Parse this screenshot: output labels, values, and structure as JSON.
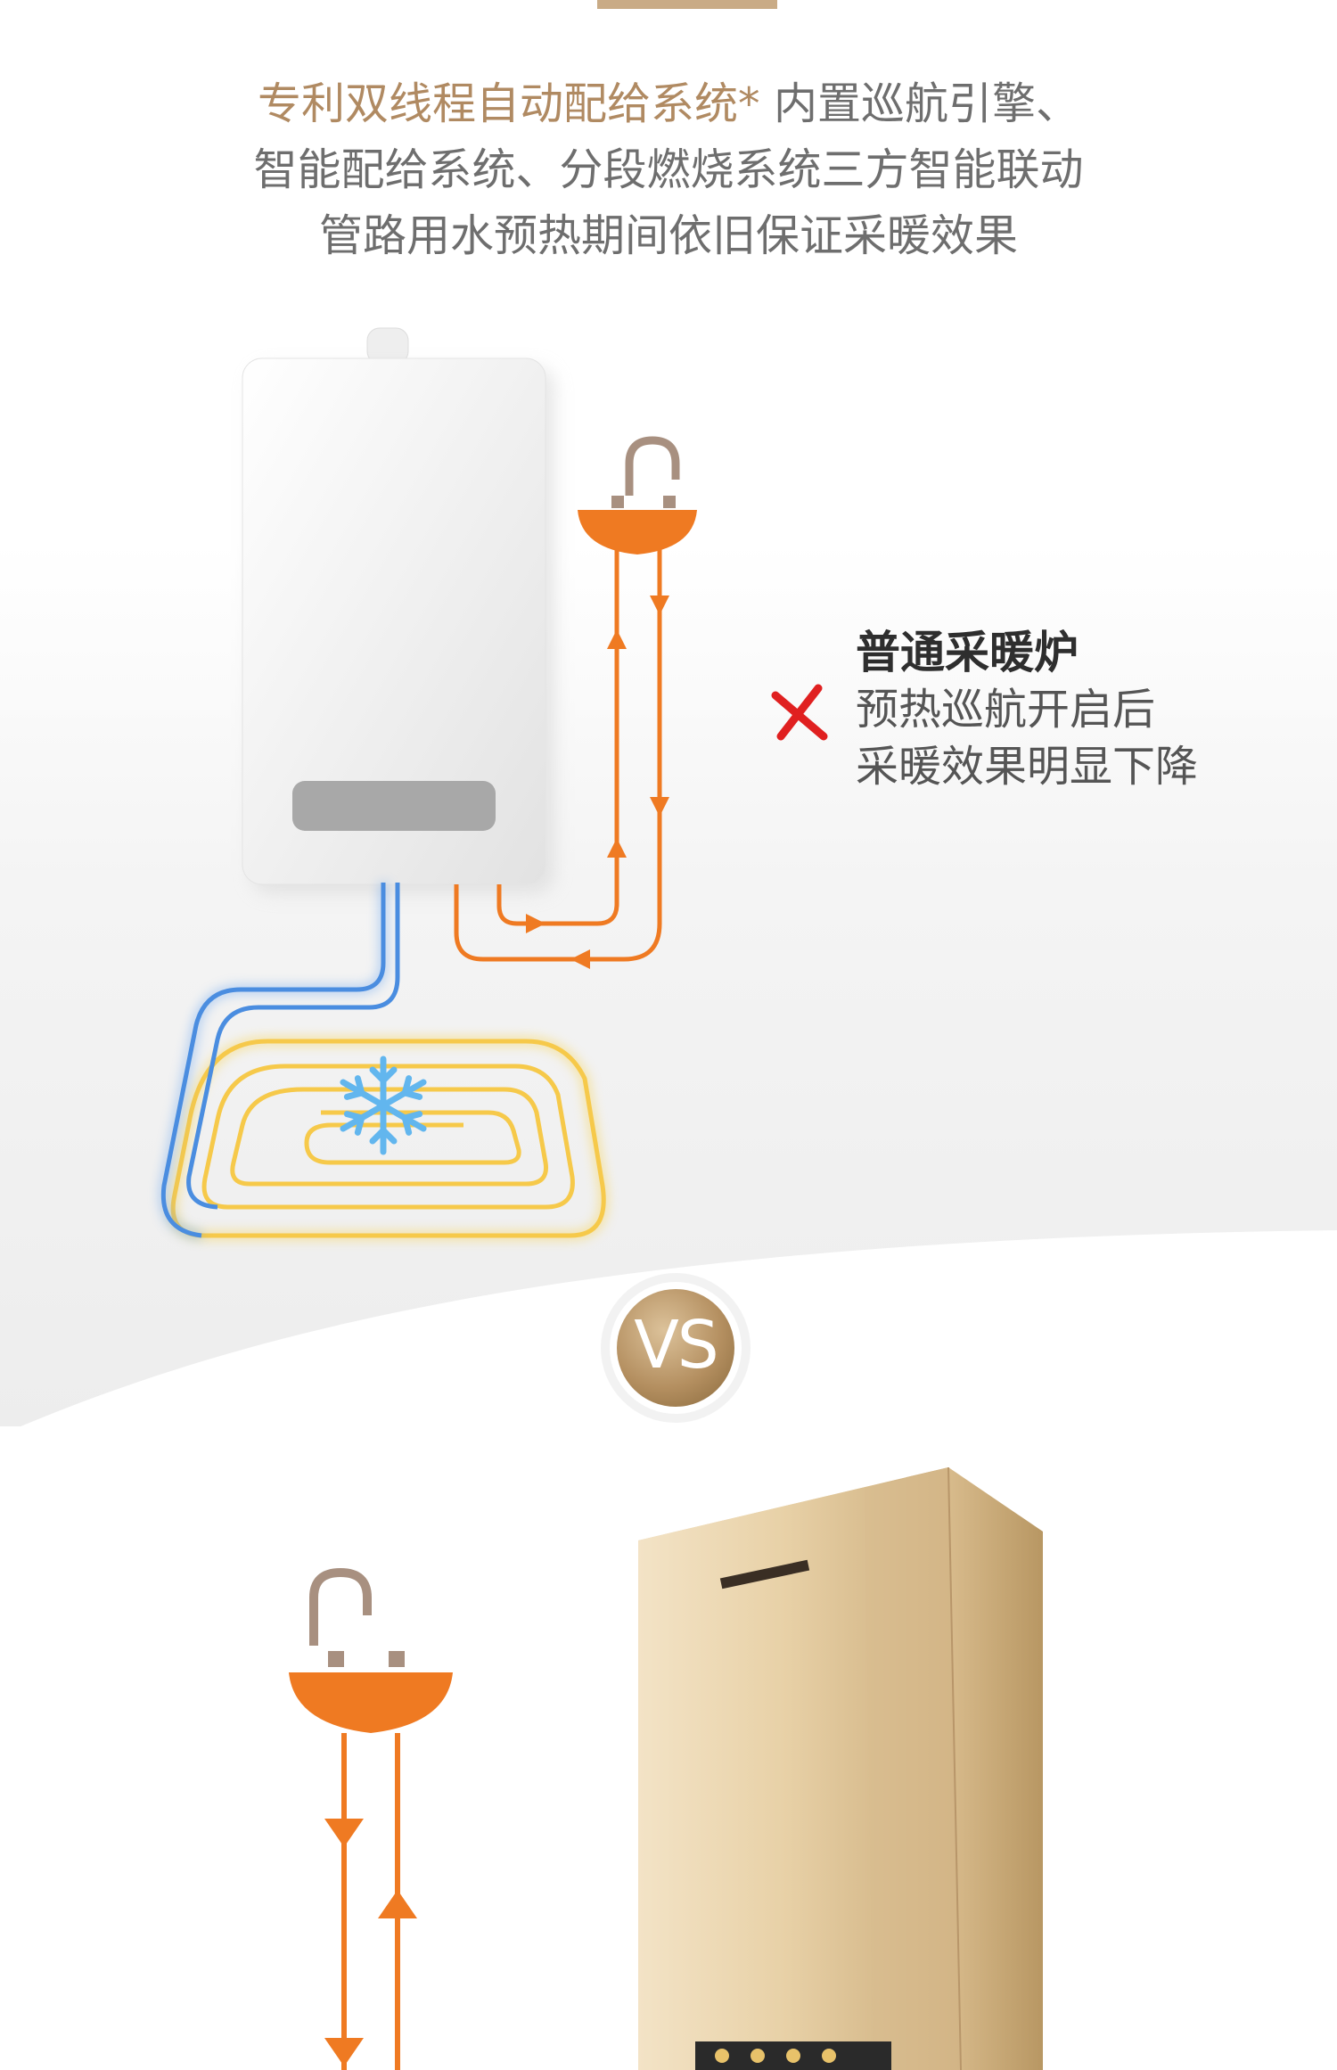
{
  "headline": {
    "highlight": "专利双线程自动配给系统*",
    "line1_rest": " 内置巡航引擎、",
    "line2": "智能配给系统、分段燃烧系统三方智能联动",
    "line3": "管路用水预热期间依旧保证采暖效果"
  },
  "comparison": {
    "ordinary_title": "普通采暖炉",
    "ordinary_line1": "预热巡航开启后",
    "ordinary_line2": "采暖效果明显下降",
    "vs": "VS"
  },
  "colors": {
    "accent_gold": "#b08a62",
    "hot_pipe": "#ef7a22",
    "cold_pipe": "#4a8de0",
    "floor_heat": "#f6c94a",
    "cross_red": "#e02020"
  },
  "icons": [
    "cross-icon",
    "snowflake-icon",
    "faucet-icon",
    "vs-badge-icon"
  ]
}
